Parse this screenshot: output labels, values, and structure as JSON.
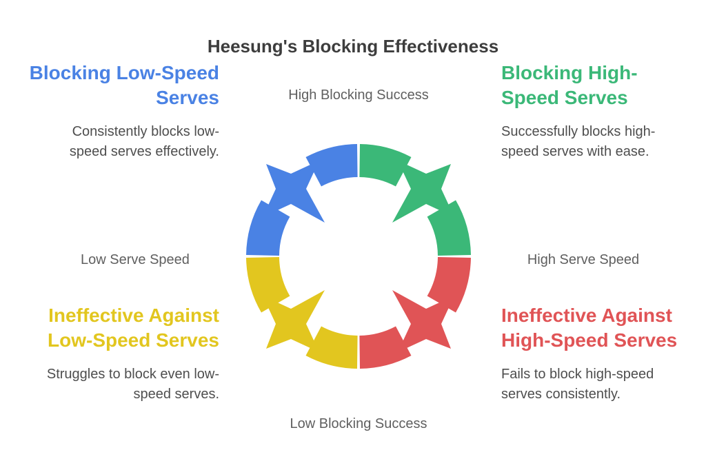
{
  "title": "Heesung's Blocking Effectiveness",
  "axis_labels": {
    "top": "High Blocking Success",
    "bottom": "Low Blocking Success",
    "left": "Low Serve Speed",
    "right": "High Serve Speed"
  },
  "quadrants": [
    {
      "position": "top-left",
      "heading": "Blocking Low-Speed Serves",
      "heading_lines": [
        "Blocking Low-Speed",
        "Serves"
      ],
      "description": "Consistently blocks low-speed serves effectively.",
      "desc_lines": [
        "Consistently blocks low-",
        "speed serves effectively."
      ],
      "color": "#4a82e4"
    },
    {
      "position": "top-right",
      "heading": "Blocking High-Speed Serves",
      "heading_lines": [
        "Blocking High-",
        "Speed Serves"
      ],
      "description": "Successfully blocks high-speed serves with ease.",
      "desc_lines": [
        "Successfully blocks high-",
        "speed serves with ease."
      ],
      "color": "#3bb878"
    },
    {
      "position": "bottom-left",
      "heading": "Ineffective Against Low-Speed Serves",
      "heading_lines": [
        "Ineffective Against",
        "Low-Speed Serves"
      ],
      "description": "Struggles to block even low-speed serves.",
      "desc_lines": [
        "Struggles to block even low-",
        "speed serves."
      ],
      "color": "#e2c61f"
    },
    {
      "position": "bottom-right",
      "heading": "Ineffective Against High-Speed Serves",
      "heading_lines": [
        "Ineffective Against",
        "High-Speed Serves"
      ],
      "description": "Fails to block high-speed serves consistently.",
      "desc_lines": [
        "Fails to block high-speed",
        "serves consistently."
      ],
      "color": "#e05456"
    }
  ],
  "colors": {
    "blue": "#4a82e4",
    "green": "#3bb878",
    "yellow": "#e2c61f",
    "red": "#e05456",
    "title_text": "#3d3d3d",
    "axis_label_text": "#5f5f5f",
    "description_text": "#4e4e4e",
    "background": "#ffffff"
  }
}
